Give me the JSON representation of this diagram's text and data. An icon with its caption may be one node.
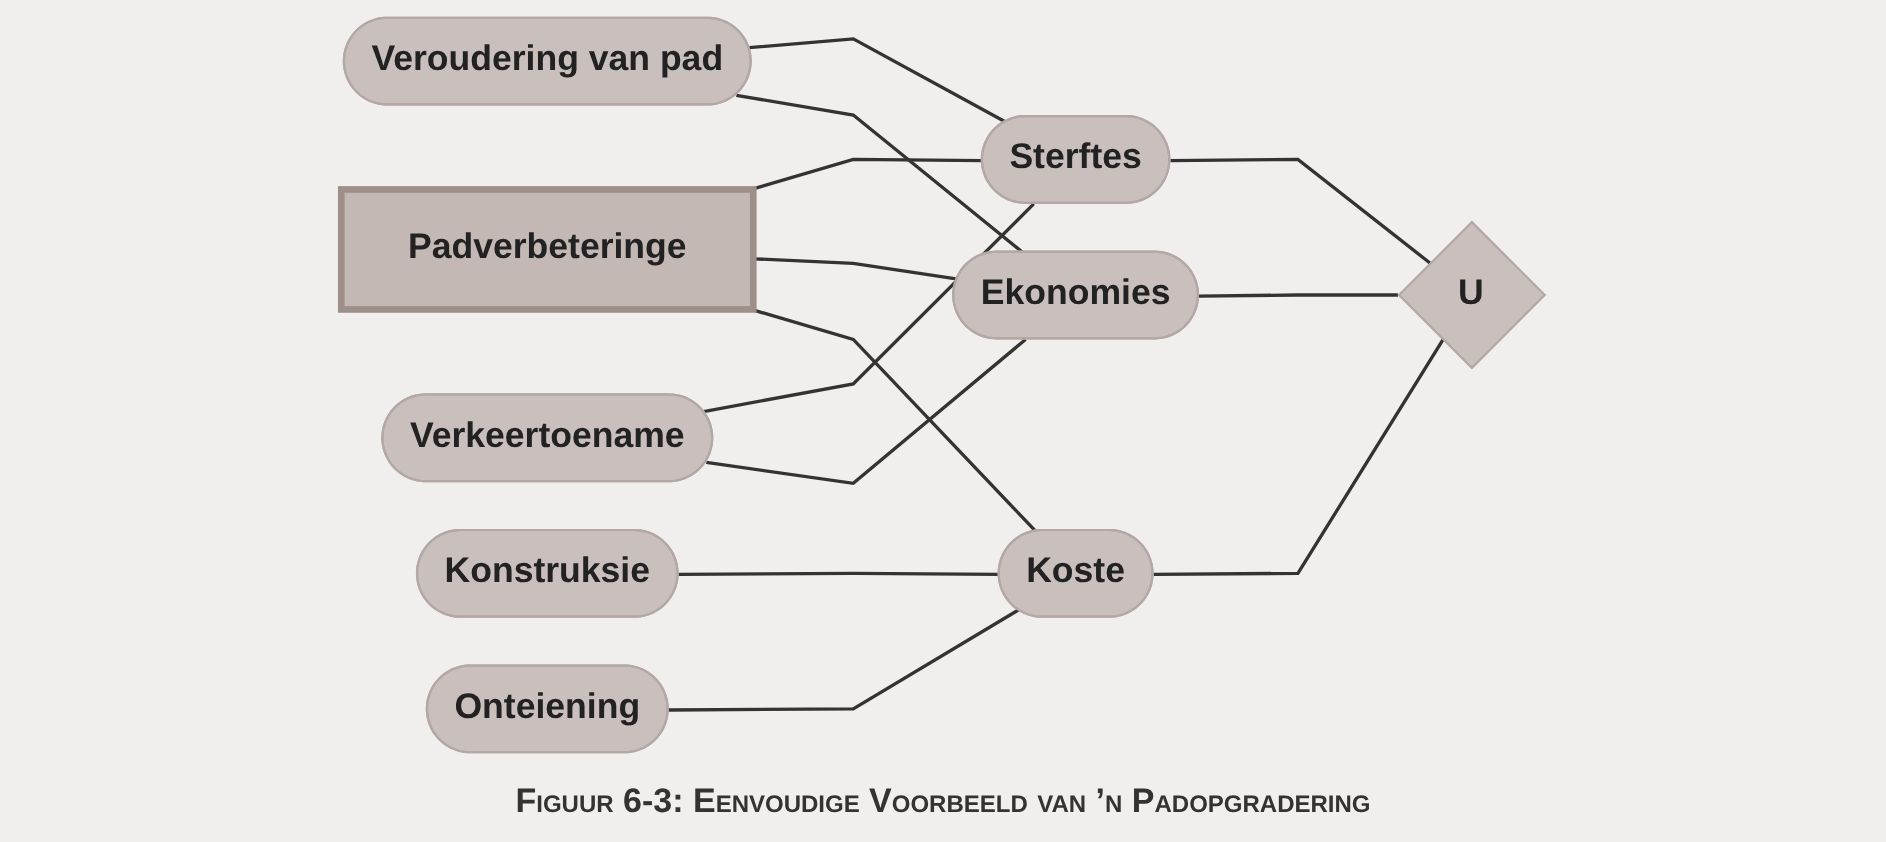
{
  "diagram": {
    "caption": "Figuur 6-3: Eenvoudige Voorbeeld van ’n Padopgradering",
    "nodes": [
      {
        "text": [
          "Padverbeteringe"
        ]
      },
      {
        "text": [
          "Veroudering van pad"
        ]
      },
      {
        "text": [
          "Verkeertoename"
        ]
      },
      {
        "text": [
          "Konstruksie"
        ]
      },
      {
        "text": [
          "Onteiening"
        ]
      },
      {
        "text": [
          "Sterftes"
        ]
      },
      {
        "text": [
          "Ekonomies"
        ]
      },
      {
        "text": [
          "Koste"
        ]
      },
      {
        "text": [
          "U"
        ]
      }
    ],
    "edges": [
      {
        "from": 0,
        "to": 5,
        "arrow": "none"
      },
      {
        "from": 0,
        "to": 6,
        "arrow": "none"
      },
      {
        "from": 0,
        "to": 7,
        "arrow": "none"
      },
      {
        "from": 1,
        "to": 5,
        "arrow": "none"
      },
      {
        "from": 1,
        "to": 6,
        "arrow": "none"
      },
      {
        "from": 2,
        "to": 5,
        "arrow": "none"
      },
      {
        "from": 2,
        "to": 6,
        "arrow": "none"
      },
      {
        "from": 3,
        "to": 7,
        "arrow": "none"
      },
      {
        "from": 4,
        "to": 7,
        "arrow": "none"
      },
      {
        "from": 5,
        "to": 8,
        "arrow": "none"
      },
      {
        "from": 6,
        "to": 8,
        "arrow": "none"
      },
      {
        "from": 7,
        "to": 8,
        "arrow": "none"
      }
    ]
  }
}
